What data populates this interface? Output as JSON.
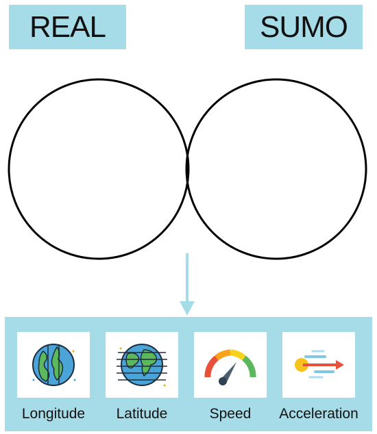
{
  "colors": {
    "accent": "#a6dbe8",
    "outline": "#000000",
    "arrow": "#a6dbe8"
  },
  "sets": {
    "left": {
      "label": "REAL"
    },
    "right": {
      "label": "SUMO"
    }
  },
  "features": [
    {
      "label": "Longitude",
      "icon": "globe-longitude-icon"
    },
    {
      "label": "Latitude",
      "icon": "globe-latitude-icon"
    },
    {
      "label": "Speed",
      "icon": "speedometer-icon"
    },
    {
      "label": "Acceleration",
      "icon": "acceleration-icon"
    }
  ]
}
